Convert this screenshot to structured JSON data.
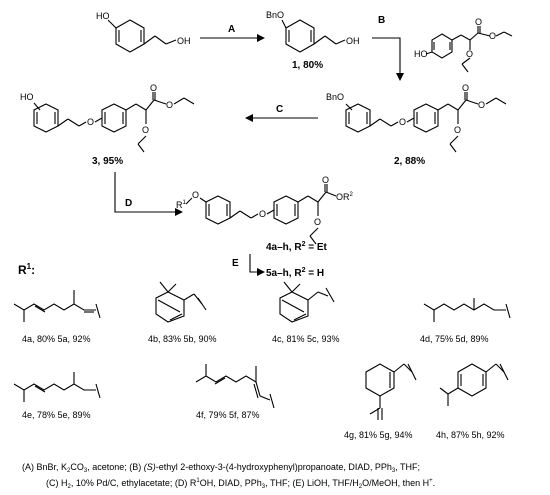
{
  "steps": {
    "A": "A",
    "B": "B",
    "C": "C",
    "D": "D",
    "E": "E"
  },
  "atoms": {
    "HO": "HO",
    "OH": "OH",
    "BnO": "BnO",
    "O": "O",
    "R1": "R",
    "R1sup": "1",
    "R2": "R",
    "R2sup": "2"
  },
  "compounds": {
    "c1": "1, 80%",
    "c2": "2, 88%",
    "c3": "3, 95%",
    "c4": "4a–h, R",
    "c4sup": "2",
    "c4tail": " = Et",
    "c5": "5a–h, R",
    "c5sup": "2",
    "c5tail": " = H"
  },
  "r1_header": "R",
  "r1_header_sup": "1",
  "r1_header_colon": ":",
  "yields": [
    {
      "id": "4a",
      "text": "4a, 80%  5a, 92%"
    },
    {
      "id": "4b",
      "text": "4b, 83%  5b, 90%"
    },
    {
      "id": "4c",
      "text": "4c, 81%  5c, 93%"
    },
    {
      "id": "4d",
      "text": "4d, 75%  5d, 89%"
    },
    {
      "id": "4e",
      "text": "4e, 78%  5e, 89%"
    },
    {
      "id": "4f",
      "text": "4f, 79%  5f, 87%"
    },
    {
      "id": "4g",
      "text": "4g, 81%  5g, 94%"
    },
    {
      "id": "4h",
      "text": "4h, 87%  5h, 92%"
    }
  ],
  "caption": {
    "line1_a": "(A) BnBr, K",
    "line1_a_sub": "2",
    "line1_b": "CO",
    "line1_b_sub": "3",
    "line1_c": ", acetone; (B) ",
    "line1_d": "(S)",
    "line1_e": "-ethyl 2-ethoxy-3-(4-hydroxyphenyl)propanoate, DIAD, PPh",
    "line1_e_sub": "3",
    "line1_f": ", THF;",
    "line2_a": "(C) H",
    "line2_a_sub": "2",
    "line2_b": ", 10% Pd/C, ethylacetate; (D) R",
    "line2_b_sup": "1",
    "line2_c": "OH, DIAD, PPh",
    "line2_c_sub": "3",
    "line2_d": ", THF; (E) LiOH, THF/H",
    "line2_d_sub": "2",
    "line2_e": "O/MeOH, then H",
    "line2_e_sup": "+",
    "line2_f": "."
  }
}
